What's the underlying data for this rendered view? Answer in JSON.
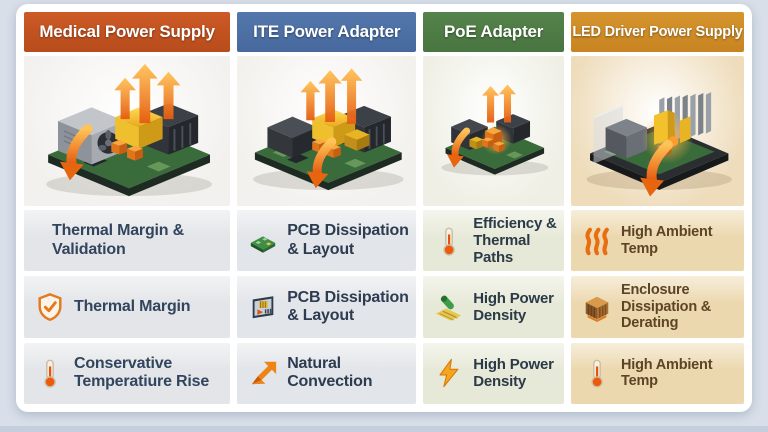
{
  "page": {
    "background_color": "#d8dfe9",
    "card_color": "#ffffff",
    "accent_orange": "#e8741e"
  },
  "columns": [
    {
      "title": "Medical Power Supply",
      "header_color": "#cc5a26",
      "header_color_dark": "#b84c1c",
      "panel_color": "#f3f1ee",
      "row_color": "#e3e5e8",
      "text_color": "#32455e",
      "illustration": "open-frame-psu-with-fan-and-heat-arrows",
      "features": [
        {
          "icon": "none",
          "label": "Thermal Margin & Validation"
        },
        {
          "icon": "shield-check",
          "label": "Thermal Margin"
        },
        {
          "icon": "thermometer",
          "label": "Conservative Temperatiure Rise"
        }
      ]
    },
    {
      "title": "ITE Power Adapter",
      "header_color": "#5377ac",
      "header_color_dark": "#47699e",
      "panel_color": "#f3f1ed",
      "row_color": "#e2e5e9",
      "text_color": "#2d3c50",
      "illustration": "open-frame-adapter-board-with-heat-arrows",
      "features": [
        {
          "icon": "pcb-chip",
          "label": "PCB Dissipation & Layout"
        },
        {
          "icon": "pcb-panel",
          "label": "PCB Dissipation & Layout"
        },
        {
          "icon": "arrow-up-right",
          "label": "Natural Convection"
        }
      ]
    },
    {
      "title": "PoE Adapter",
      "header_color": "#55834b",
      "header_color_dark": "#497540",
      "panel_color": "#efefe5",
      "row_color": "#e7e9d8",
      "text_color": "#2b3a47",
      "illustration": "compact-poe-board-with-heat-arrows",
      "features": [
        {
          "icon": "thermometer",
          "label": "Efficiency & Thermal Paths"
        },
        {
          "icon": "component-pcb",
          "label": "High Power Density"
        },
        {
          "icon": "lightning",
          "label": "High Power Density"
        }
      ]
    },
    {
      "title": "LED Driver Power Supply",
      "header_color": "#d6942e",
      "header_color_dark": "#c78420",
      "panel_color": "#eedcba",
      "row_color": "#ecd8ae",
      "text_color": "#5d4426",
      "illustration": "enclosed-led-driver-with-heatsink-and-down-arrow",
      "features": [
        {
          "icon": "heat-waves",
          "label": "High Ambient Temp"
        },
        {
          "icon": "heatsink",
          "label": "Enclosure Dissipation & Derating"
        },
        {
          "icon": "thermometer",
          "label": "High Ambient Temp"
        }
      ]
    }
  ]
}
